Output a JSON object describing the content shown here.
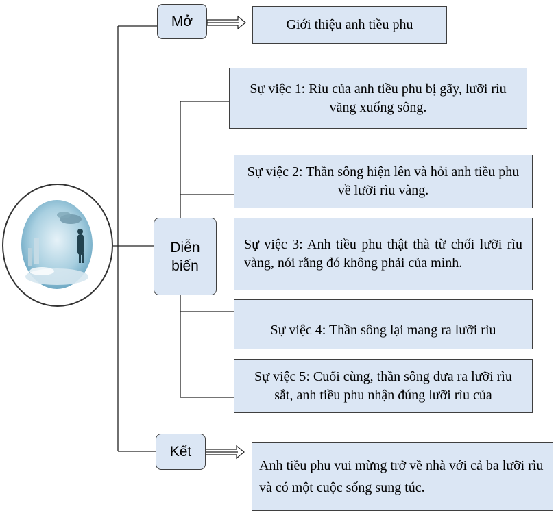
{
  "central": {
    "image": "woodcutter-illustration"
  },
  "branches": {
    "mo": {
      "label": "Mở",
      "content": "Giới thiệu anh tiều phu"
    },
    "dien_bien": {
      "label_line1": "Diễn",
      "label_line2": "biến",
      "events": [
        "Sự việc 1: Rìu của anh tiều phu bị gãy, lưỡi rìu văng xuống sông.",
        "Sự việc 2: Thần sông hiện lên và hỏi anh tiều phu về lưỡi rìu vàng.",
        "Sự việc 3: Anh tiều phu thật thà từ chối lưỡi rìu vàng, nói rằng đó không phải của mình.",
        "Sự việc 4: Thần sông lại mang ra lưỡi rìu",
        "Sự việc 5: Cuối cùng, thần sông đưa ra lưỡi rìu sắt, anh tiều phu nhận đúng lưỡi rìu của"
      ]
    },
    "ket": {
      "label": "Kết",
      "content": "Anh tiều phu vui mừng trở về nhà với cả ba lưỡi rìu và có một cuộc sống sung túc."
    }
  },
  "colors": {
    "box_fill": "#dbe6f4",
    "border": "#3f3f3f",
    "line": "#222222"
  }
}
